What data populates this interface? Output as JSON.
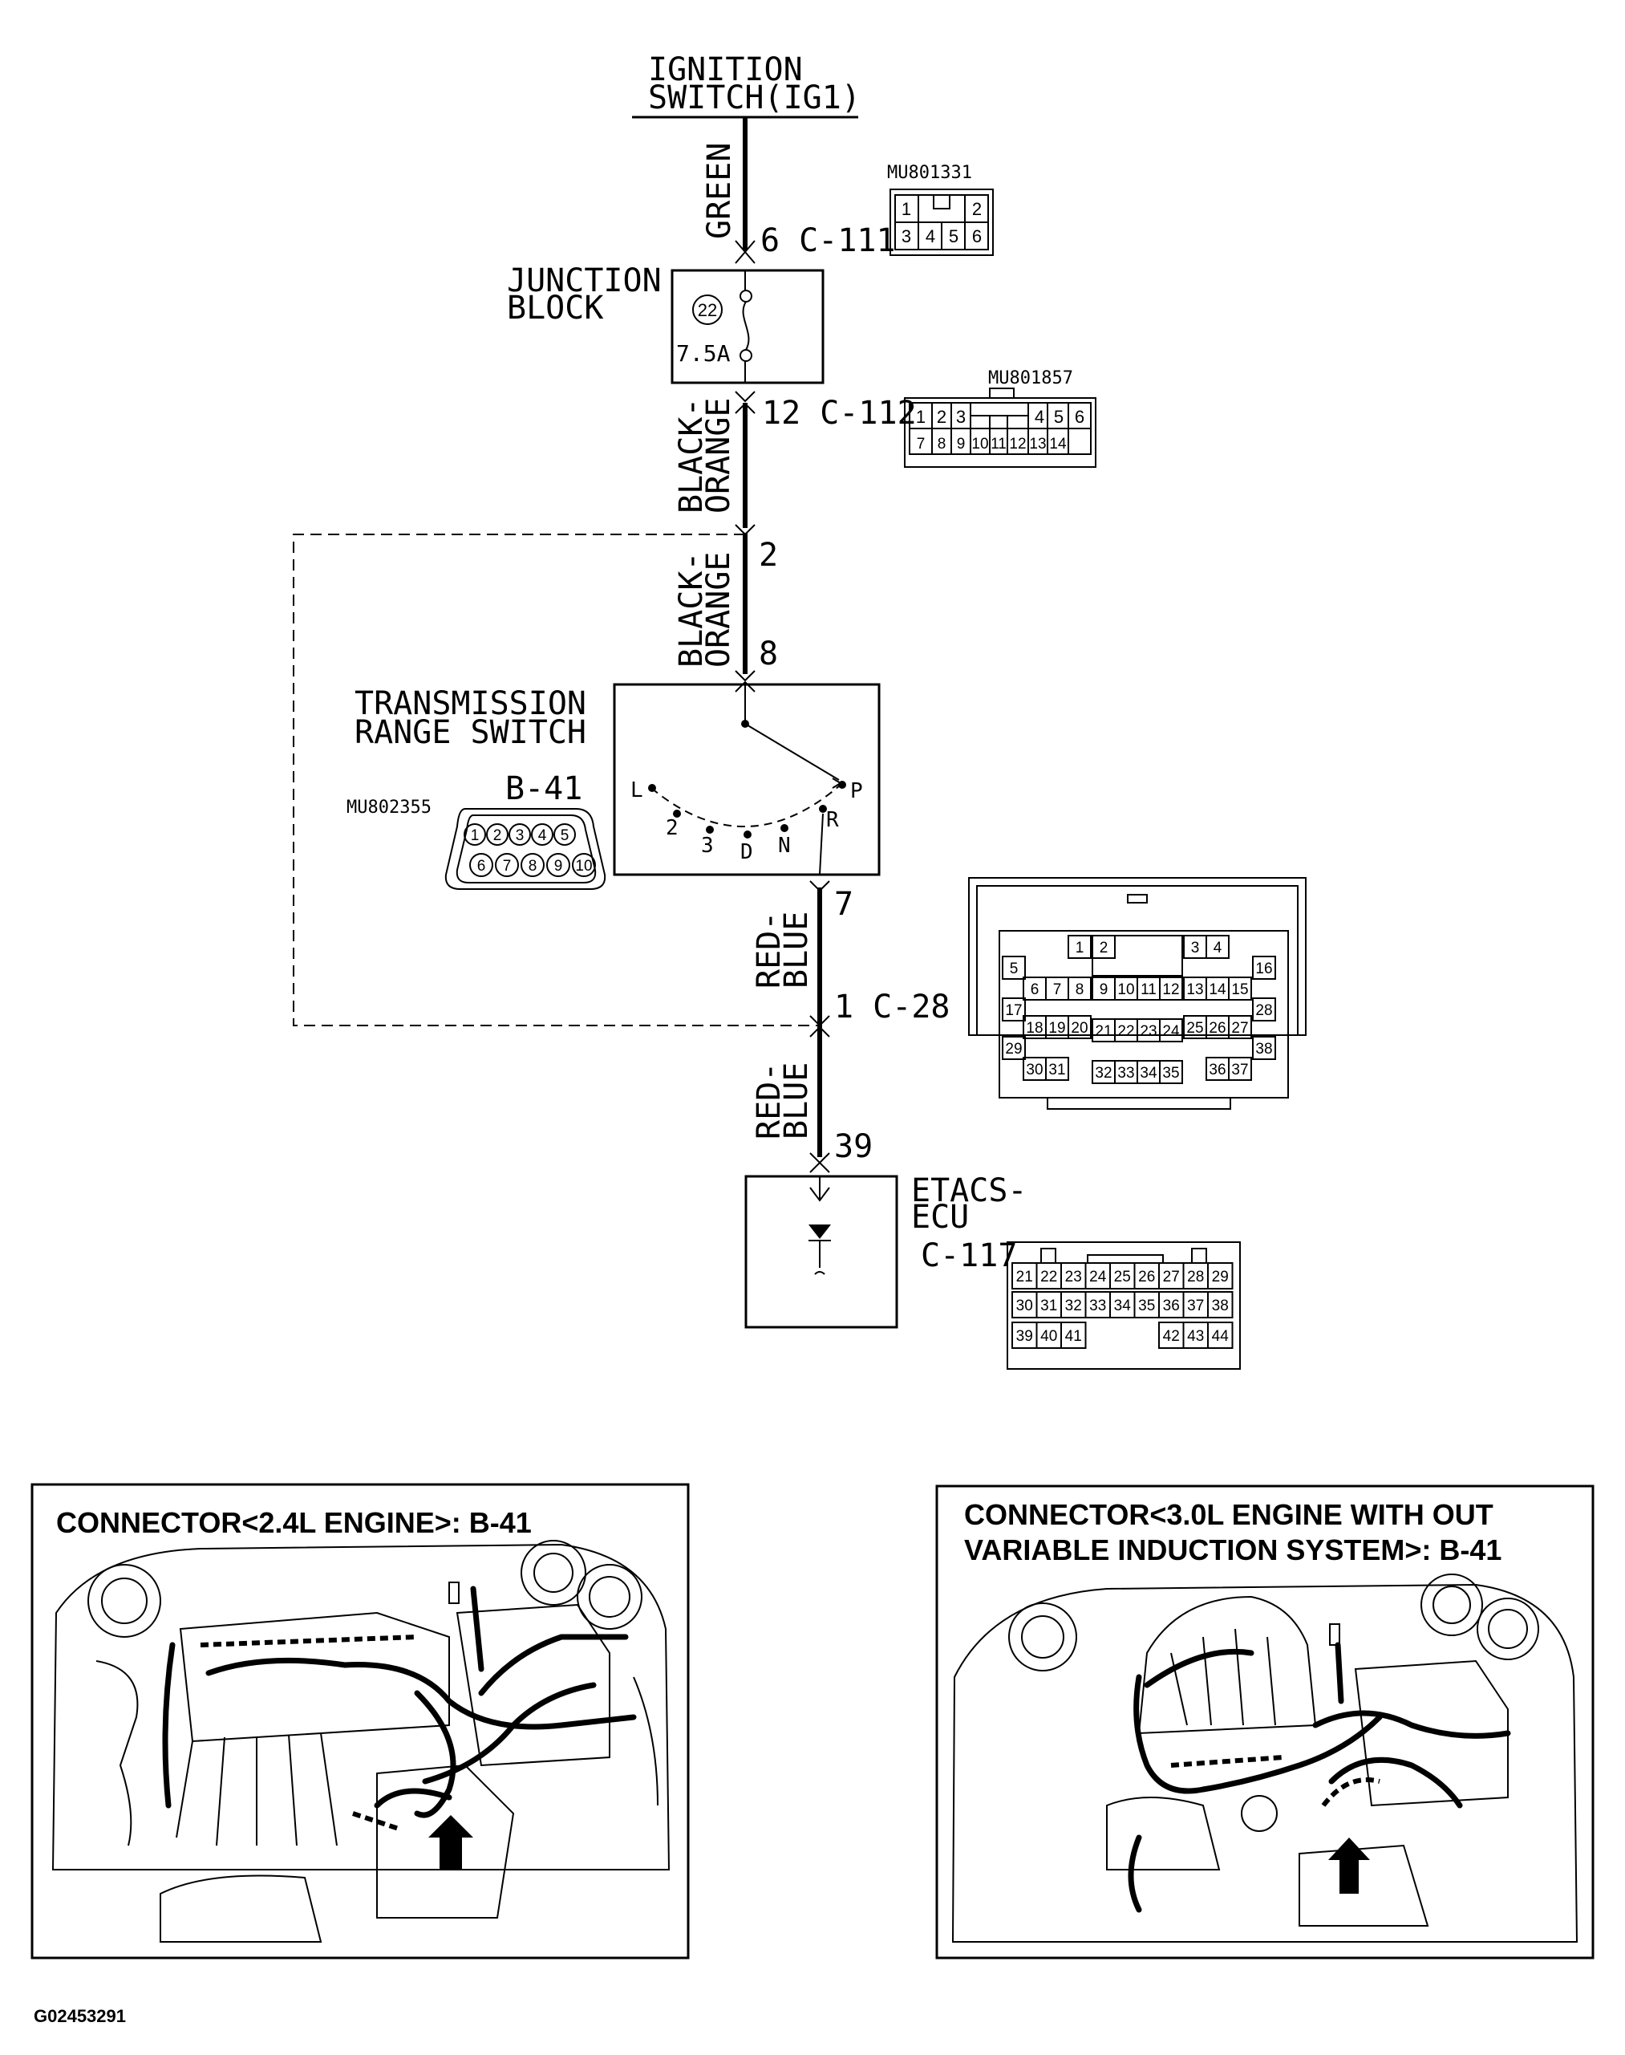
{
  "ignition": {
    "line1": "IGNITION",
    "line2": "SWITCH(IG1)"
  },
  "wires": {
    "green": "GREEN",
    "black_orange_1": {
      "line1": "BLACK-",
      "line2": "ORANGE"
    },
    "black_orange_2": {
      "line1": "BLACK-",
      "line2": "ORANGE"
    },
    "red_blue_1": {
      "line1": "RED-",
      "line2": "BLUE"
    },
    "red_blue_2": {
      "line1": "RED-",
      "line2": "BLUE"
    }
  },
  "connectors": {
    "c111": {
      "label": "6 C-111",
      "part": "MU801331",
      "pins": [
        "1",
        "2",
        "3",
        "4",
        "5",
        "6"
      ]
    },
    "c112": {
      "label": "12 C-112",
      "part": "MU801857",
      "pins": [
        "1",
        "2",
        "3",
        "4",
        "5",
        "6",
        "7",
        "8",
        "9",
        "10",
        "11",
        "12",
        "13",
        "14"
      ]
    },
    "b41": {
      "label": "B-41",
      "part": "MU802355",
      "pins": [
        "1",
        "2",
        "3",
        "4",
        "5",
        "6",
        "7",
        "8",
        "9",
        "10"
      ]
    },
    "c28": {
      "label": "1 C-28",
      "pins": [
        "1",
        "2",
        "3",
        "4",
        "5",
        "6",
        "7",
        "8",
        "9",
        "10",
        "11",
        "12",
        "13",
        "14",
        "15",
        "16",
        "17",
        "18",
        "19",
        "20",
        "21",
        "22",
        "23",
        "24",
        "25",
        "26",
        "27",
        "28",
        "29",
        "30",
        "31",
        "32",
        "33",
        "34",
        "35",
        "36",
        "37",
        "38"
      ]
    },
    "c117": {
      "label": "C-117",
      "pins": [
        "21",
        "22",
        "23",
        "24",
        "25",
        "26",
        "27",
        "28",
        "29",
        "30",
        "31",
        "32",
        "33",
        "34",
        "35",
        "36",
        "37",
        "38",
        "39",
        "40",
        "41",
        "42",
        "43",
        "44"
      ]
    }
  },
  "pin_numbers": {
    "p2": "2",
    "p8": "8",
    "p7": "7",
    "p39": "39"
  },
  "junction_block": {
    "line1": "JUNCTION",
    "line2": "BLOCK",
    "fuse_no": "22",
    "fuse_rating": "7.5A"
  },
  "trs": {
    "line1": "TRANSMISSION",
    "line2": "RANGE SWITCH",
    "positions": {
      "L": "L",
      "2": "2",
      "3": "3",
      "D": "D",
      "N": "N",
      "R": "R",
      "P": "P"
    }
  },
  "etacs": {
    "line1": "ETACS-",
    "line2": "ECU"
  },
  "panels": {
    "left": {
      "title": "CONNECTOR<2.4L ENGINE>: B-41"
    },
    "right": {
      "title_line1": "CONNECTOR<3.0L ENGINE WITH OUT",
      "title_line2": "VARIABLE INDUCTION SYSTEM>: B-41"
    }
  },
  "figure_id": "G02453291"
}
